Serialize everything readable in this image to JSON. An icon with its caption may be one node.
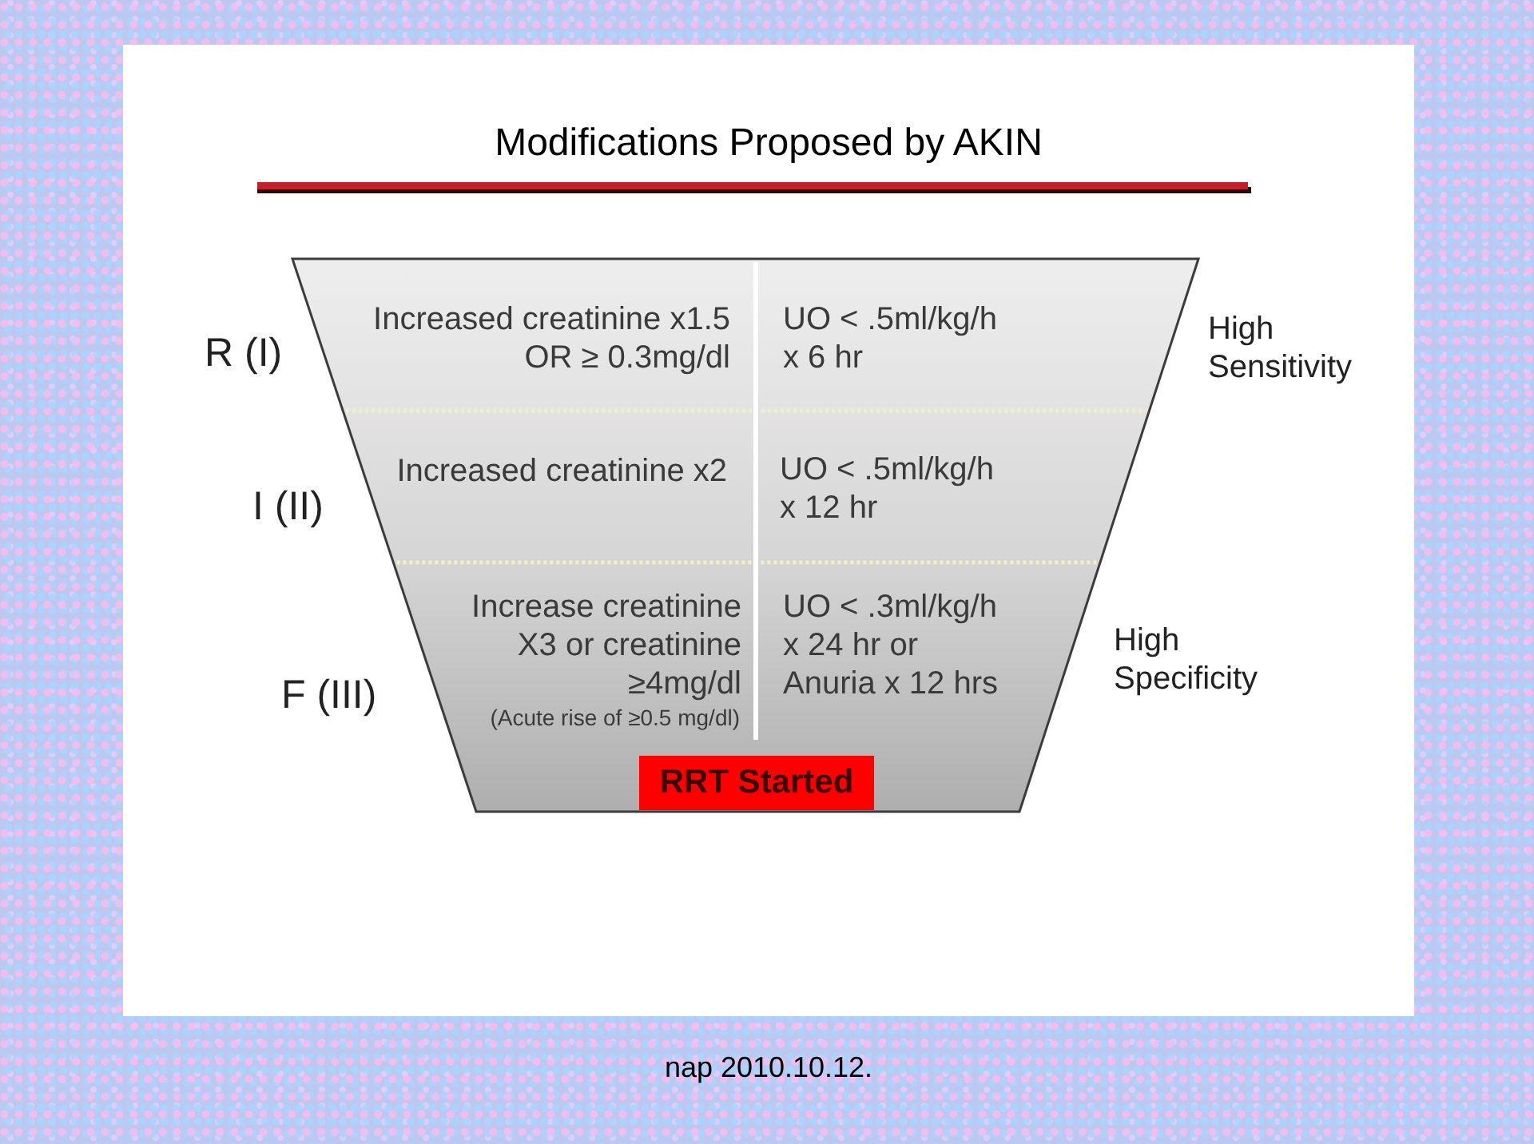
{
  "diagram": {
    "title": "Modifications Proposed by AKIN",
    "nodes": [
      {
        "text": [
          "Increased creatinine x1.5 OR ≥ 0.3mg/dl",
          "UO < .5ml/kg/h x 6 hr"
        ],
        "beside": [
          "R (I)",
          "High Sensitivity"
        ]
      },
      {
        "text": [
          "Increased creatinine x2",
          "UO < .5ml/kg/h x 12 hr"
        ],
        "beside": [
          "I (II)"
        ]
      },
      {
        "text": [
          "Increase creatinine X3 or creatinine ≥4mg/dl",
          "(Acute rise of ≥0.5 mg/dl)",
          "UO < .3ml/kg/h x 24 hr or Anuria x 12 hrs"
        ],
        "beside": [
          "F (III)",
          "High Specificity"
        ]
      },
      {
        "text": [
          "RRT Started"
        ],
        "in": 2
      }
    ],
    "caption": "nap 2010.10.12."
  }
}
